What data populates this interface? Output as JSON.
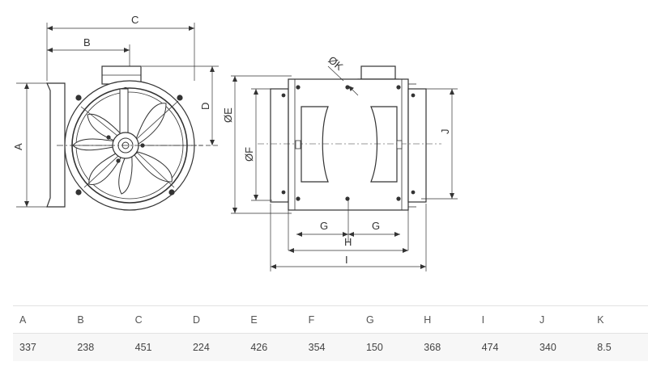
{
  "dimension_labels": {
    "A": "A",
    "B": "B",
    "C": "C",
    "D": "D",
    "E": "ØE",
    "F": "ØF",
    "G": "G",
    "H": "H",
    "I": "I",
    "J": "J",
    "K": "ØK"
  },
  "table": {
    "headers": [
      "A",
      "B",
      "C",
      "D",
      "E",
      "F",
      "G",
      "H",
      "I",
      "J",
      "K"
    ],
    "values": [
      "337",
      "238",
      "451",
      "224",
      "426",
      "354",
      "150",
      "368",
      "474",
      "340",
      "8.5"
    ]
  }
}
